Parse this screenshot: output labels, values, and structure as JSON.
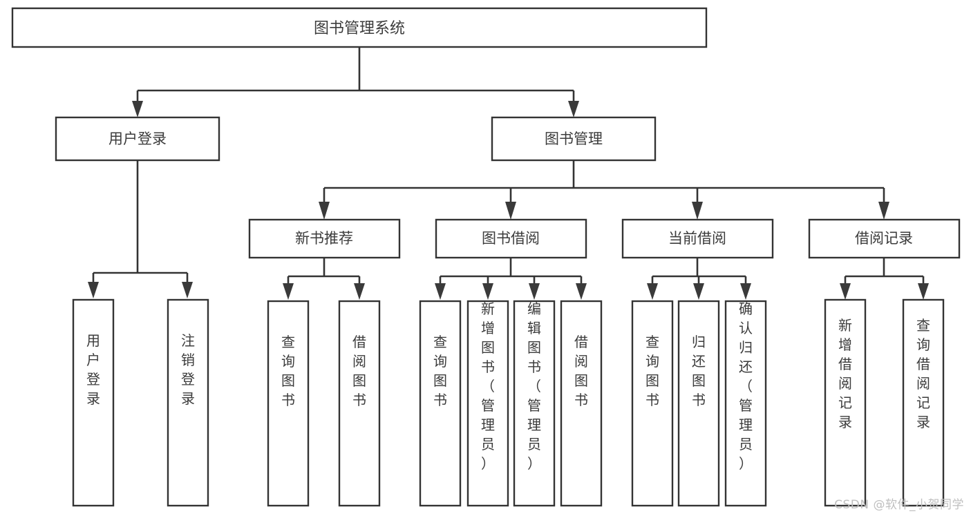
{
  "diagram": {
    "title": "图书管理系统",
    "type": "tree",
    "orientation": "top-down",
    "watermark": "CSDN @软件_小贺同学",
    "colors": {
      "background": "#ffffff",
      "box_stroke": "#333333",
      "box_fill": "#ffffff",
      "text": "#3b3b3b",
      "connector": "#333333",
      "arrow": "#3a3a3a",
      "watermark": "#bfbfbf"
    },
    "levels": {
      "root": {
        "label": "图书管理系统"
      },
      "level2": [
        {
          "label": "用户登录"
        },
        {
          "label": "图书管理"
        }
      ],
      "level3": [
        {
          "label": "新书推荐"
        },
        {
          "label": "图书借阅"
        },
        {
          "label": "当前借阅"
        },
        {
          "label": "借阅记录"
        }
      ],
      "leaves": {
        "user_login": [
          {
            "label": "用户登录"
          },
          {
            "label": "注销登录"
          }
        ],
        "new_book": [
          {
            "label": "查询图书"
          },
          {
            "label": "借阅图书"
          }
        ],
        "book_borrow": [
          {
            "label": "查询图书"
          },
          {
            "label": "新增图书（管理员）"
          },
          {
            "label": "编辑图书（管理员）"
          },
          {
            "label": "借阅图书"
          }
        ],
        "current_borrow": [
          {
            "label": "查询图书"
          },
          {
            "label": "归还图书"
          },
          {
            "label": "确认归还（管理员）"
          }
        ],
        "borrow_record": [
          {
            "label": "新增借阅记录"
          },
          {
            "label": "查询借阅记录"
          }
        ]
      }
    }
  }
}
